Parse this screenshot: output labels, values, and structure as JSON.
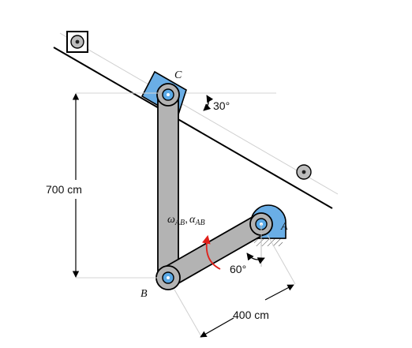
{
  "labels": {
    "point_c": "C",
    "point_b": "B",
    "point_a": "A",
    "angle_incline": "30°",
    "angle_link": "60°",
    "height_dim": "700 cm",
    "length_dim": "400 cm",
    "omega": "ω",
    "alpha": "α",
    "subscript": "AB",
    "comma": ","
  },
  "colors": {
    "link_fill": "#b3b3b3",
    "pin_fill": "#5aa9e6",
    "slider_fill": "#6aaee6",
    "arrow_red": "#e0211b",
    "line": "#000000"
  },
  "icons": [
    "roller-support-icon",
    "roller-wheel-icon",
    "pin-support-icon",
    "rotation-arrow-icon"
  ]
}
